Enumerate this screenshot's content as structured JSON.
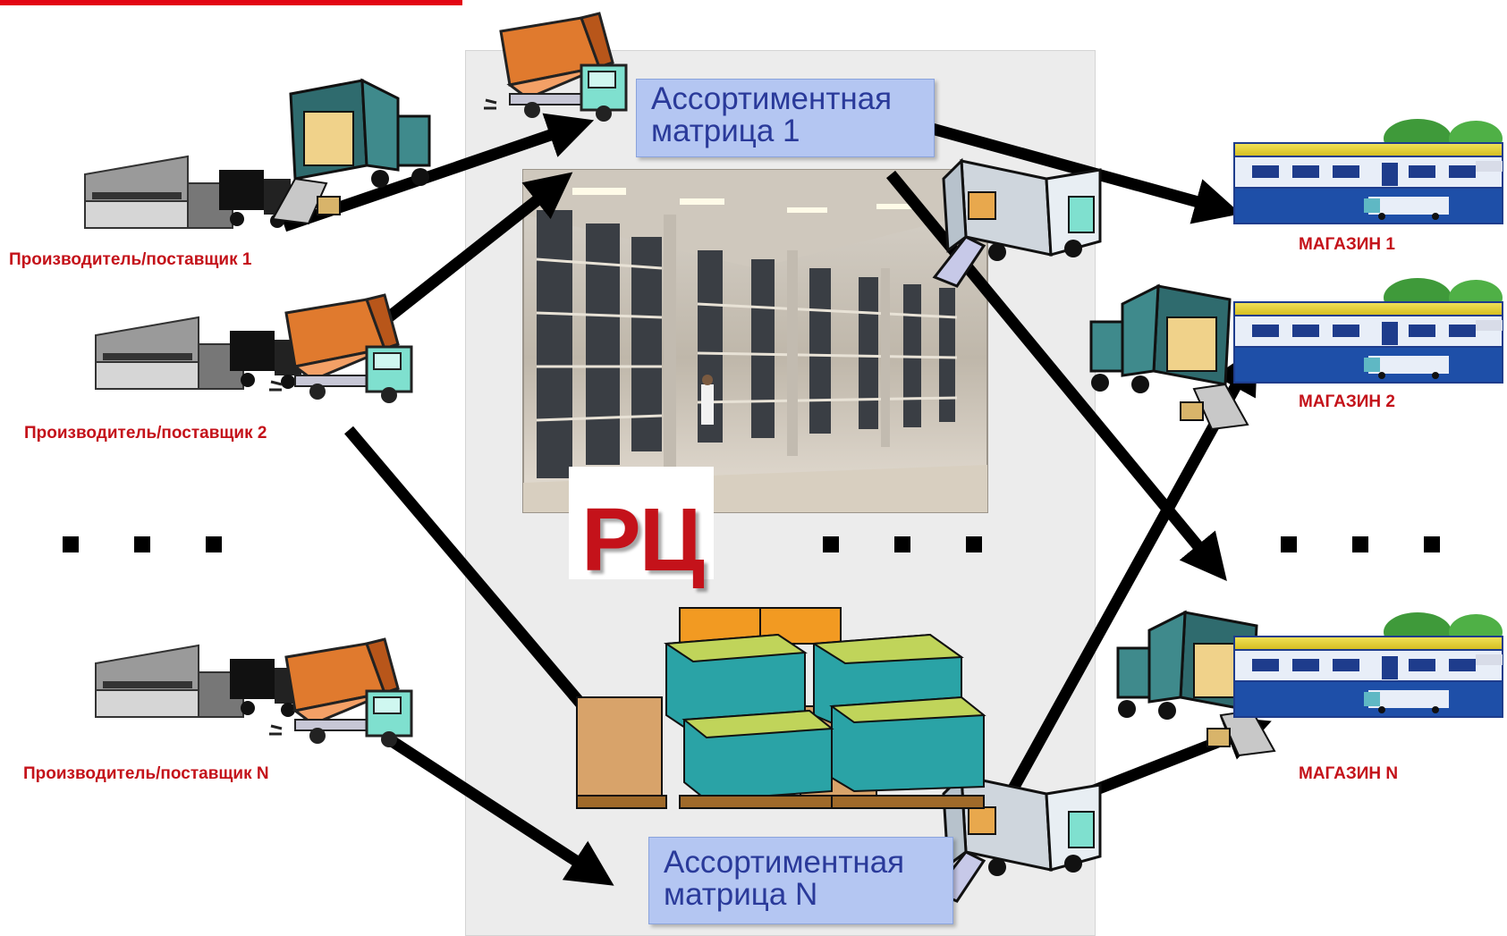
{
  "suppliers": [
    {
      "label": "Производитель/поставщик 1"
    },
    {
      "label": "Производитель/поставщик 2"
    },
    {
      "label": "Производитель/поставщик N"
    }
  ],
  "rc": {
    "label": "РЦ",
    "matrix_top": {
      "line1": "Ассортиментная",
      "line2": "матрица 1"
    },
    "matrix_bottom": {
      "line1": "Ассортиментная",
      "line2": "матрица N"
    }
  },
  "stores": [
    {
      "label": "МАГАЗИН 1"
    },
    {
      "label": "МАГАЗИН 2"
    },
    {
      "label": "МАГАЗИН N"
    }
  ],
  "colors": {
    "accent_red": "#c4121a",
    "rule_red": "#e30613",
    "matrix_fill": "#b4c6f2",
    "matrix_text": "#2a3a9a",
    "panel": "#ececec"
  },
  "icons": [
    "warehouse-icon",
    "delivery-truck-icon",
    "box-truck-icon",
    "store-icon",
    "pallet-boxes-icon",
    "warehouse-photo"
  ]
}
